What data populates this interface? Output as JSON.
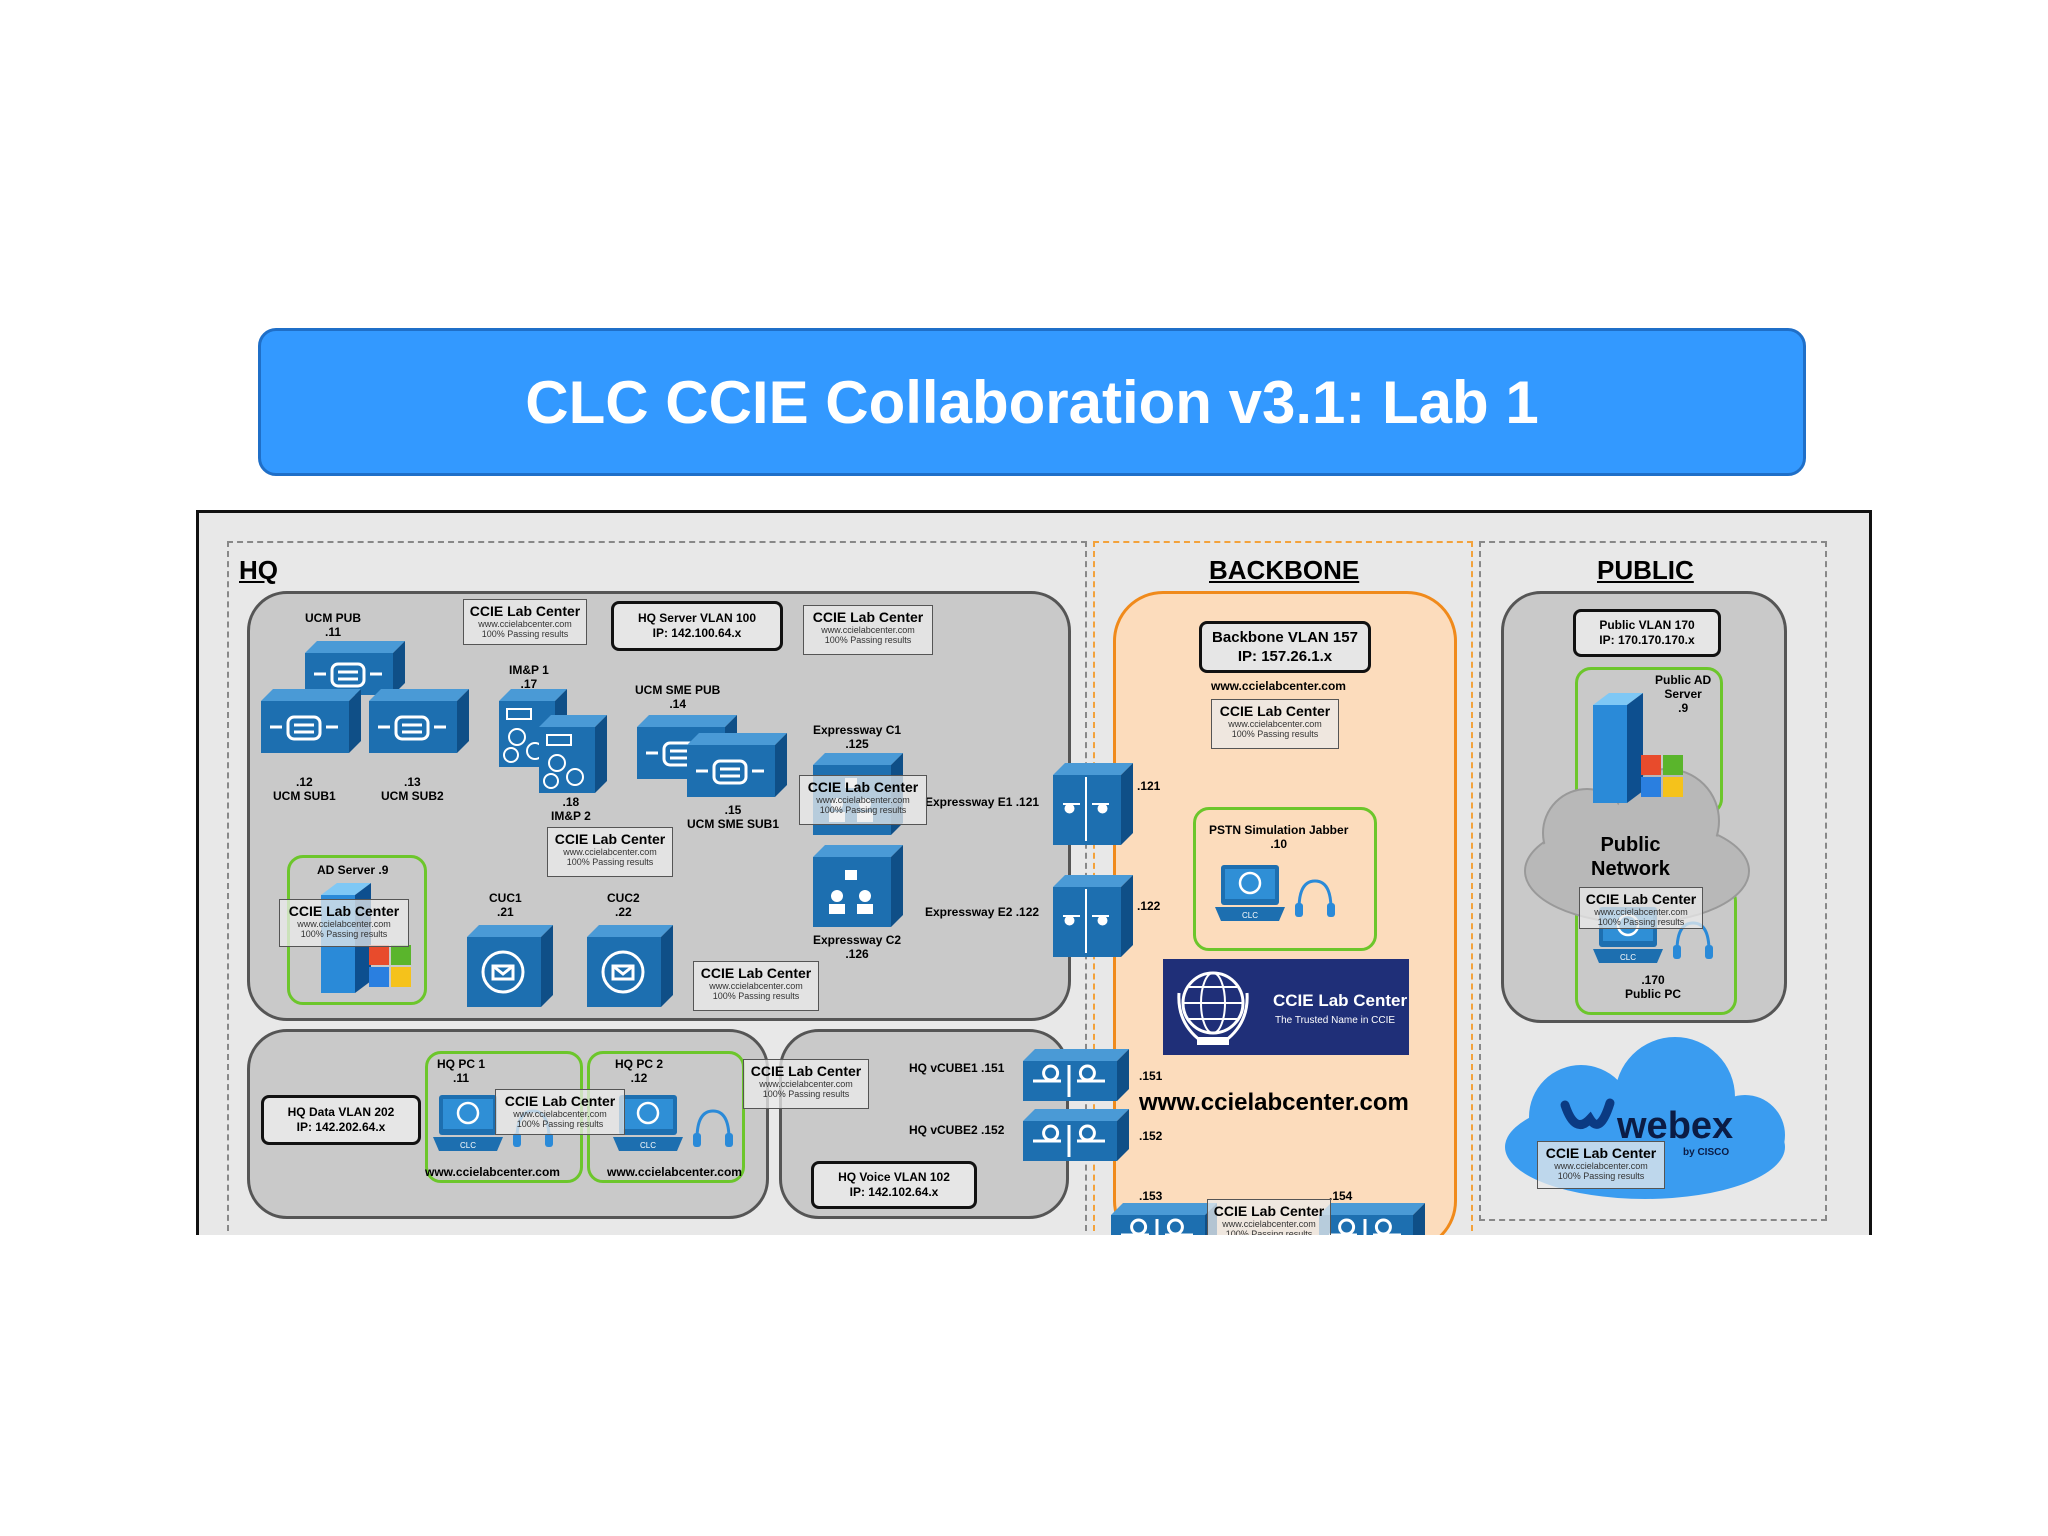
{
  "title": "CLC CCIE Collaboration v3.1: Lab 1",
  "zones": {
    "hq": "HQ",
    "backbone": "BACKBONE",
    "public": "PUBLIC"
  },
  "vlans": {
    "hq_server": [
      "HQ Server VLAN 100",
      "IP: 142.100.64.x"
    ],
    "hq_data": [
      "HQ Data VLAN 202",
      "IP: 142.202.64.x"
    ],
    "hq_voice": [
      "HQ Voice VLAN 102",
      "IP: 142.102.64.x"
    ],
    "backbone": [
      "Backbone VLAN 157",
      "IP: 157.26.1.x"
    ],
    "public": [
      "Public VLAN 170",
      "IP: 170.170.170.x"
    ]
  },
  "watermark": {
    "title": "CCIE Lab Center",
    "url": "www.ccielabcenter.com",
    "note": "100% Passing results"
  },
  "devices": {
    "ucm_pub": [
      "UCM PUB",
      ".11"
    ],
    "ucm_sub1": [
      ".12",
      "UCM SUB1"
    ],
    "ucm_sub2": [
      ".13",
      "UCM SUB2"
    ],
    "imp1": [
      "IM&P 1",
      ".17"
    ],
    "imp2": [
      ".18",
      "IM&P 2"
    ],
    "sme_pub": [
      "UCM SME PUB",
      ".14"
    ],
    "sme_sub1": [
      ".15",
      "UCM SME SUB1"
    ],
    "exp_c1": [
      "Expressway C1",
      ".125"
    ],
    "exp_c2": [
      "Expressway C2",
      ".126"
    ],
    "exp_e1": "Expressway E1 .121",
    "exp_e2": "Expressway E2 .122",
    "exp_e1_ip": ".121",
    "exp_e2_ip": ".122",
    "ad_server": "AD Server .9",
    "cuc1": [
      "CUC1",
      ".21"
    ],
    "cuc2": [
      "CUC2",
      ".22"
    ],
    "hq_pc1": [
      "HQ PC 1",
      ".11"
    ],
    "hq_pc2": [
      "HQ PC 2",
      ".12"
    ],
    "vcube1": "HQ vCUBE1  .151",
    "vcube2": "HQ vCUBE2  .152",
    "vcube1_ip": ".151",
    "vcube2_ip": ".152",
    "bb_153": ".153",
    "bb_154": ".154",
    "pstn_jabber": [
      "PSTN Simulation Jabber",
      ".10"
    ],
    "public_ad": [
      "Public AD",
      "Server",
      ".9"
    ],
    "public_network": [
      "Public",
      "Network"
    ],
    "public_pc": [
      ".170",
      "Public PC"
    ]
  },
  "backbone_url": "www.ccielabcenter.com",
  "large_url": "www.ccielabcenter.com",
  "pc_url": "www.ccielabcenter.com",
  "clc_logo": {
    "name": "CCIE Lab Center",
    "tagline": "The Trusted Name in CCIE"
  },
  "laptop_badge": "CLC",
  "webex": {
    "word": "webex",
    "by": "by CISCO"
  },
  "colors": {
    "banner": "#3399ff",
    "device": "#1d6fb0",
    "backbone_fill": "#fcdcbc",
    "green": "#6cc62b"
  }
}
